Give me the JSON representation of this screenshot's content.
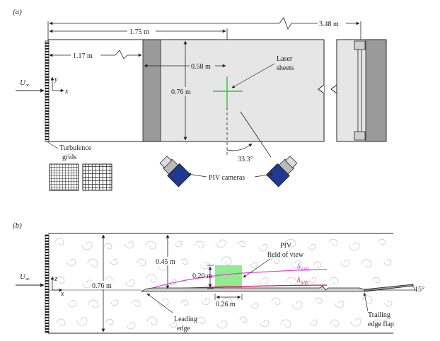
{
  "panel_a": {
    "panel_label": "(a)",
    "len_total": "3.48 m",
    "len_laser": "1.75 m",
    "len_grid_to_insert": "1.17 m",
    "len_insert_to_laser": "0.58 m",
    "height": "0.76 m",
    "laser_label_1": "Laser",
    "laser_label_2": "sheets",
    "turbulence_label_1": "Turbulence",
    "turbulence_label_2": "grids",
    "camera_label": "PIV cameras",
    "angle": "33.3°",
    "freestream": "U",
    "freestream_sub": "∞",
    "axis_y": "y",
    "axis_x": "x"
  },
  "panel_b": {
    "panel_label": "(b)",
    "height": "0.76 m",
    "probe_height": "0.45 m",
    "fov_height": "0.20 m",
    "fov_width": "0.26 m",
    "piv_label_1": "PIV",
    "piv_label_2": "field of view",
    "delta_sml": "δ",
    "delta_sml_sub": "SML",
    "delta_sas": "δ",
    "delta_sas_sub": "SAS",
    "leading_label_1": "Leading",
    "leading_label_2": "edge",
    "trailing_label_1": "Trailing",
    "trailing_label_2": "edge flap",
    "flap_angle": "15°",
    "freestream": "U",
    "freestream_sub": "∞",
    "axis_z": "z",
    "axis_x": "x"
  },
  "colors": {
    "laser": "#22cc22",
    "camera_body": "#1f3a93",
    "sml_curve": "#e040e0",
    "sas_curve": "#d01060",
    "fov_box": "#7ee87e"
  }
}
